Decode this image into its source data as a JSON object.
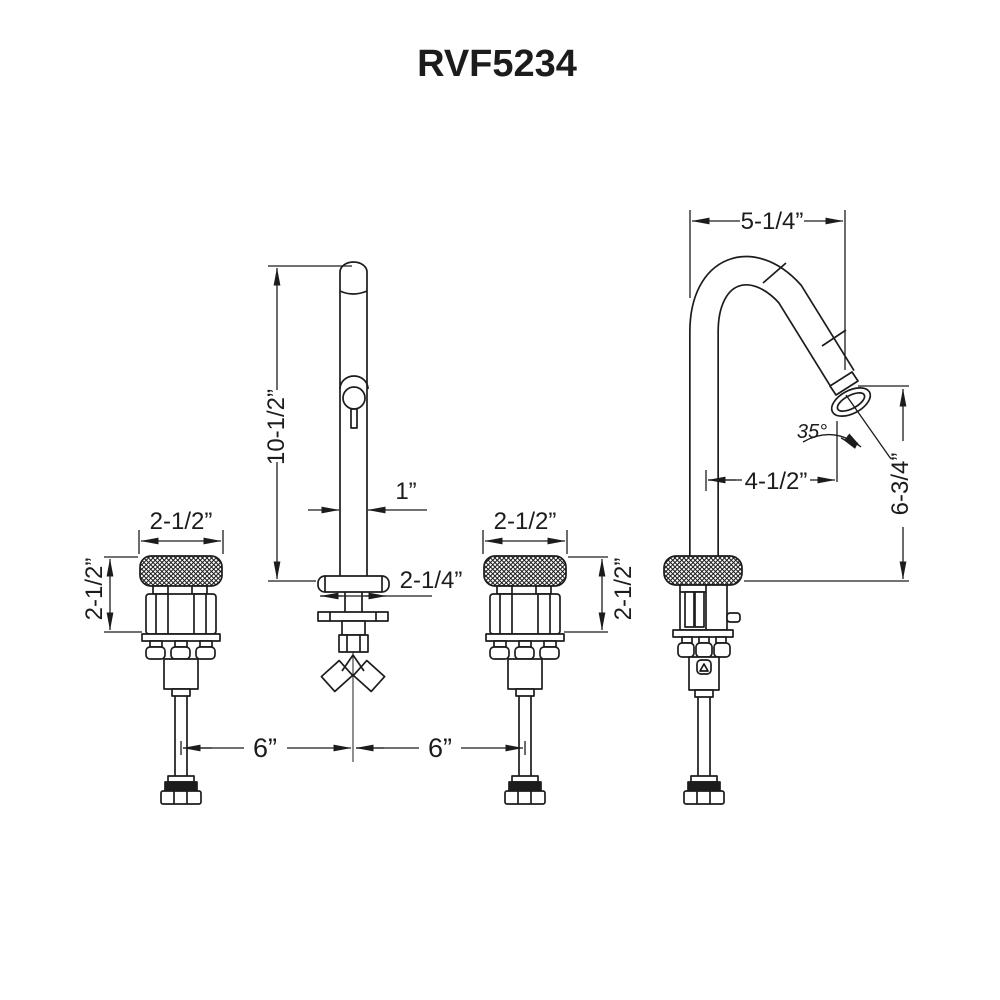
{
  "title": "RVF5234",
  "views": {
    "left_valve": {
      "width": "2-1/2”",
      "height": "2-1/2”"
    },
    "center_spout": {
      "height": "10-1/2”",
      "tube_width": "1”",
      "base_width": "2-1/4”"
    },
    "right_valve": {
      "width": "2-1/2”",
      "height": "2-1/2”"
    },
    "side_faucet": {
      "top_reach": "5-1/4”",
      "spout_angle": "35°",
      "mid_reach": "4-1/2”",
      "spout_height": "6-3/4”"
    },
    "spacing": {
      "left": "6”",
      "right": "6”"
    }
  }
}
